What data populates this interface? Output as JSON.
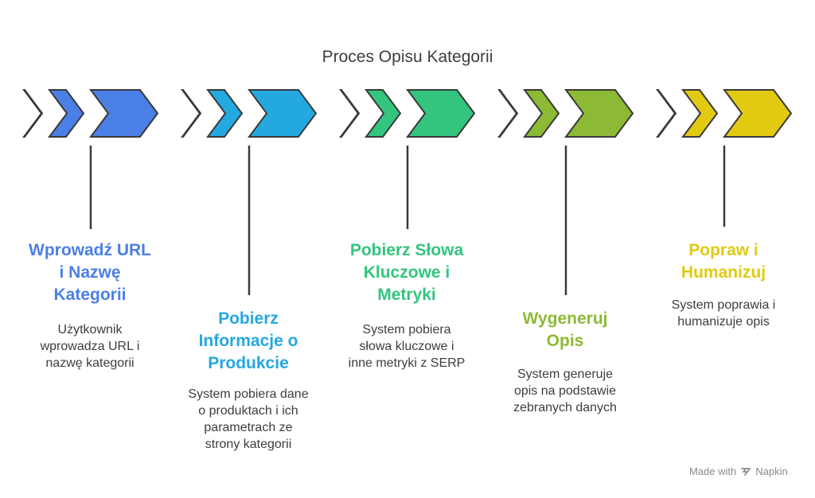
{
  "title": "Proces Opisu Kategorii",
  "steps": [
    {
      "title": "Wprowadź URL\ni Nazwę\nKategorii",
      "description": "Użytkownik\nwprowadza URL i\nnazwę kategorii",
      "color": "#4A7FE6"
    },
    {
      "title": "Pobierz\nInformacje o\nProdukcie",
      "description": "System pobiera dane\no produktach i ich\nparametrach ze\nstrony kategorii",
      "color": "#24A8E0"
    },
    {
      "title": "Pobierz Słowa\nKluczowe i\nMetryki",
      "description": "System pobiera\nsłowa kluczowe i\ninne metryki z SERP",
      "color": "#33C47E"
    },
    {
      "title": "Wygeneruj\nOpis",
      "description": "System generuje\nopis na podstawie\nzebranych danych",
      "color": "#8CBA34"
    },
    {
      "title": "Popraw i\nHumanizuj",
      "description": "System poprawia i\nhumanizuje opis",
      "color": "#E2CA12"
    }
  ],
  "footer": {
    "made_with": "Made with",
    "brand": "Napkin",
    "icon": "napkin-logo-icon"
  }
}
